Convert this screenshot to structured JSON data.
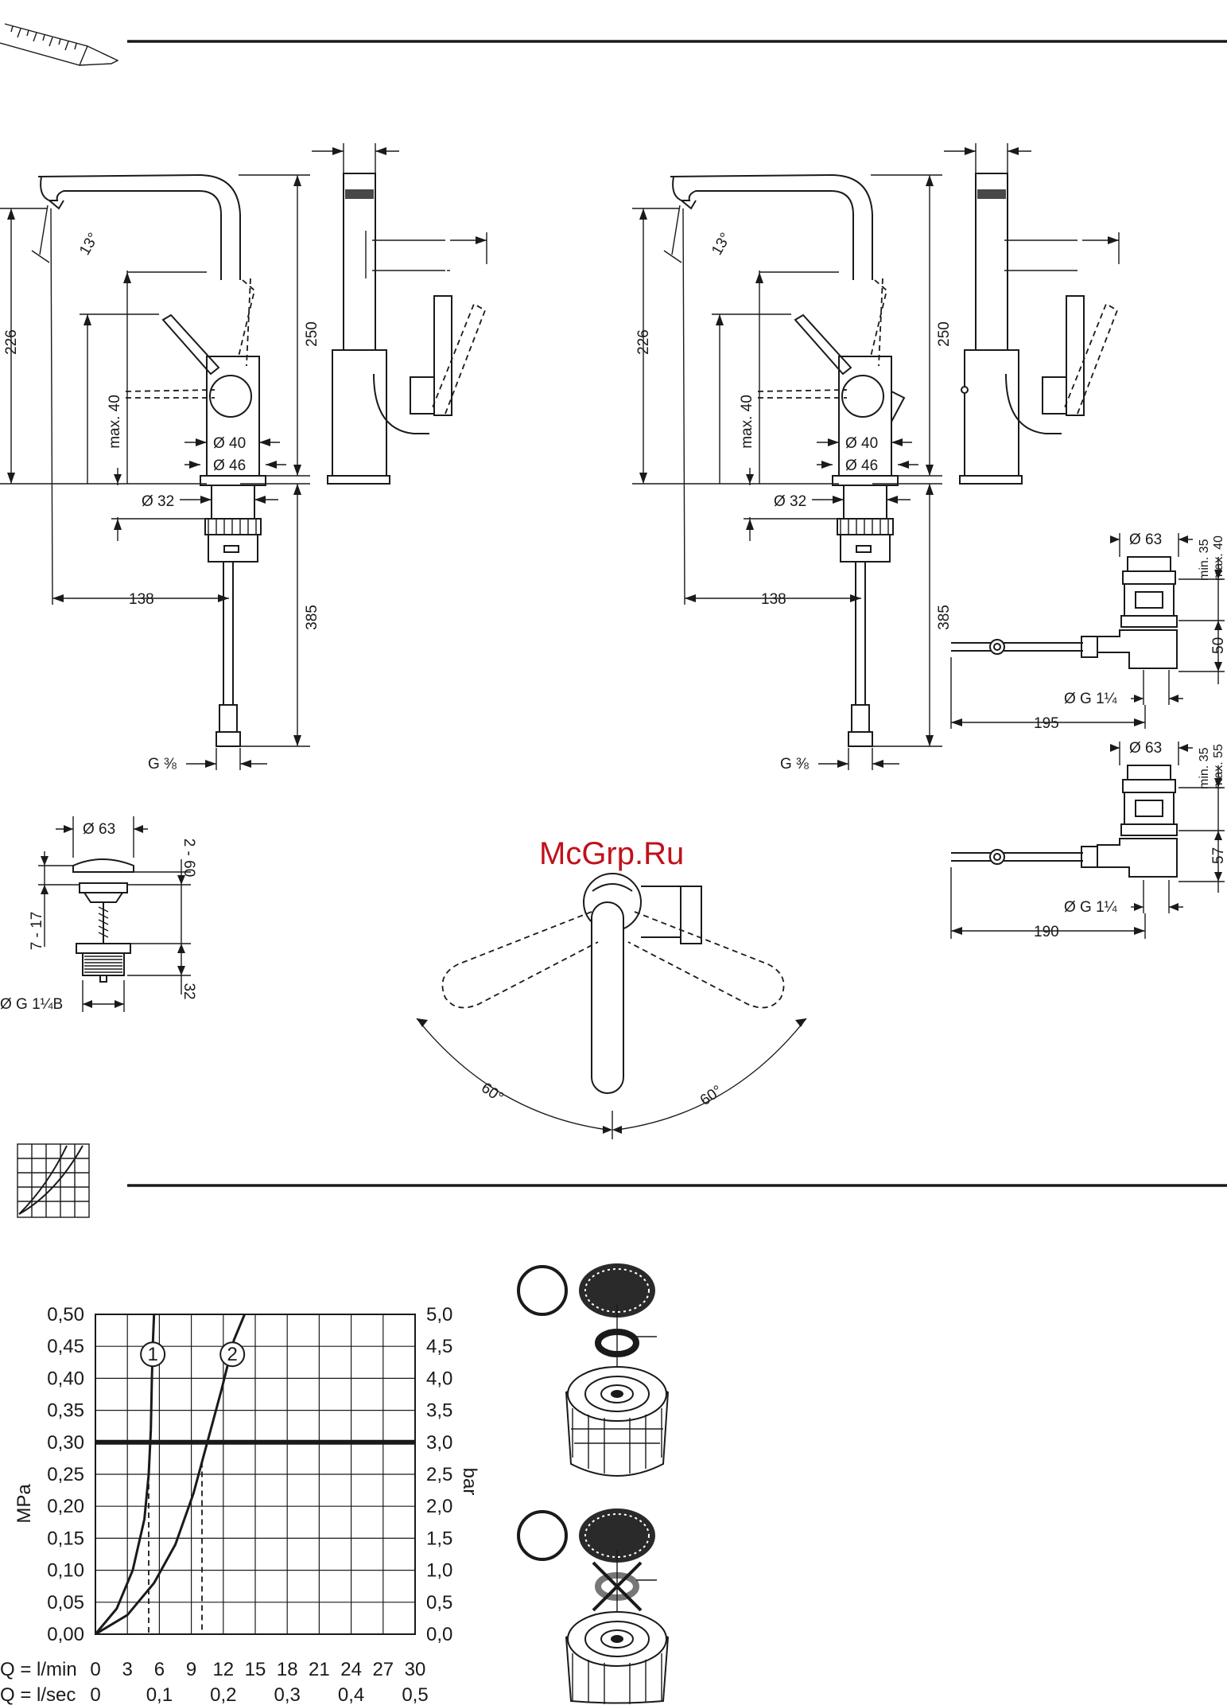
{
  "watermark": "McGrp.Ru",
  "dimensions": {
    "angle_spout": "13°",
    "h_226": "226",
    "h_250": "250",
    "max_40": "max. 40",
    "d_40": "Ø 40",
    "d_46": "Ø 46",
    "d_32": "Ø 32",
    "w_138": "138",
    "h_385": "385",
    "g_38": "G ⅜",
    "d_63": "Ø 63",
    "v_2_60": "2 - 60",
    "v_7_17": "7 - 17",
    "v_32": "32",
    "g_114b": "Ø G 1¼B",
    "min_35": "min. 35",
    "max_40b": "max. 40",
    "max_55": "max. 55",
    "v_50": "50",
    "v_57": "57",
    "g_114": "Ø G 1¼",
    "w_195": "195",
    "w_190": "190",
    "angle_60": "60°"
  },
  "chart_data": {
    "type": "line",
    "y_left_label": "MPa",
    "y_right_label": "bar",
    "y_left_ticks": [
      "0,00",
      "0,05",
      "0,10",
      "0,15",
      "0,20",
      "0,25",
      "0,30",
      "0,35",
      "0,40",
      "0,45",
      "0,50"
    ],
    "y_right_ticks": [
      "0,0",
      "0,5",
      "1,0",
      "1,5",
      "2,0",
      "2,5",
      "3,0",
      "3,5",
      "4,0",
      "4,5",
      "5,0"
    ],
    "x1_label": "Q = l/min",
    "x1_ticks": [
      "0",
      "3",
      "6",
      "9",
      "12",
      "15",
      "18",
      "21",
      "24",
      "27",
      "30"
    ],
    "x2_label": "Q = l/sec",
    "x2_ticks": [
      "0",
      "0,1",
      "0,2",
      "0,3",
      "0,4",
      "0,5"
    ],
    "ylim": [
      0,
      0.5
    ],
    "xlim": [
      0,
      30
    ],
    "reference_line": 0.3,
    "series": [
      {
        "name": "1",
        "x": [
          0,
          2,
          3.5,
          4.6,
          5.0,
          5.2,
          5.3,
          5.4,
          5.5
        ],
        "y": [
          0,
          0.04,
          0.1,
          0.18,
          0.25,
          0.32,
          0.4,
          0.46,
          0.5
        ]
      },
      {
        "name": "2",
        "x": [
          0,
          3,
          5.5,
          7.5,
          9.2,
          10.5,
          11.8,
          13.0,
          14.0
        ],
        "y": [
          0,
          0.03,
          0.08,
          0.14,
          0.22,
          0.3,
          0.38,
          0.46,
          0.5
        ]
      }
    ],
    "markers": [
      {
        "series": "1",
        "x": 5.0
      },
      {
        "series": "2",
        "x": 10.0
      }
    ]
  }
}
